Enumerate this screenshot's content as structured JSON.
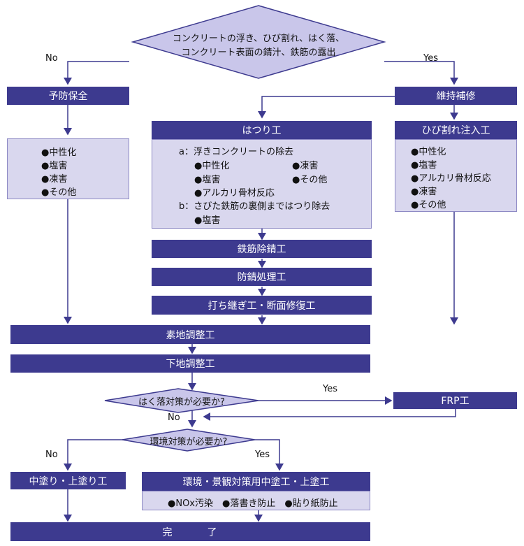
{
  "decisions": {
    "top": [
      "コンクリートの浮き、ひび割れ、はく落、",
      "コンクリート表面の錆汁、鉄筋の露出"
    ],
    "peeling": "はく落対策が必要か?",
    "environment": "環境対策が必要か?"
  },
  "branch_labels": {
    "top_no": "No",
    "top_yes": "Yes",
    "peel_yes": "Yes",
    "peel_no": "No",
    "env_no": "No",
    "env_yes": "Yes"
  },
  "prevention": {
    "title": "予防保全",
    "items": [
      "●中性化",
      "●塩害",
      "●凍害",
      "●その他"
    ]
  },
  "maintenance": {
    "title": "維持補修"
  },
  "chipping": {
    "title": "はつり工",
    "a_label": "a：浮きコンクリートの除去",
    "a_items_left": [
      "●中性化",
      "●塩害",
      "●アルカリ骨材反応"
    ],
    "a_items_right": [
      "●凍害",
      "●その他"
    ],
    "b_label": "b：さびた鉄筋の裏側まではつり除去",
    "b_items": [
      "●塩害"
    ]
  },
  "crack_injection": {
    "title": "ひび割れ注入工",
    "items": [
      "●中性化",
      "●塩害",
      "●アルカリ骨材反応",
      "●凍害",
      "●その他"
    ]
  },
  "steps": {
    "rust_removal": "鉄筋除錆工",
    "rust_prevention": "防錆処理工",
    "section_repair": "打ち継ぎ工・断面修復工",
    "base_prep": "素地調整工",
    "ground_prep": "下地調整工",
    "frp": "FRP工",
    "coating": "中塗り・上塗り工",
    "env_coating": "環境・景観対策用中塗工・上塗工",
    "env_items": "●NOx汚染　●落書き防止　●貼り紙防止",
    "complete": "完　　　了"
  },
  "colors": {
    "header": "#3d3a8f",
    "box": "#d9d7ee",
    "line": "#3d3a8f",
    "diamond": "#c9c6ea"
  }
}
